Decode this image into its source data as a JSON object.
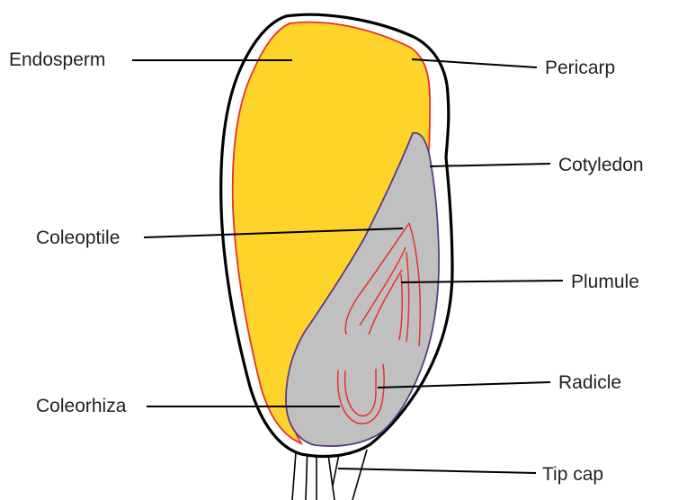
{
  "labels": {
    "endosperm": "Endosperm",
    "pericarp": "Pericarp",
    "cotyledon": "Cotyledon",
    "coleoptile": "Coleoptile",
    "plumule": "Plumule",
    "radicle": "Radicle",
    "coleorhiza": "Coleorhiza",
    "tip_cap": "Tip cap"
  },
  "colors": {
    "endosperm": "#fed32a",
    "embryo": "#c0c0c0",
    "pericarp_outline": "#000000",
    "endosperm_outline": "#e8312a",
    "embryo_outline": "#5b3a86",
    "plumule_lines": "#e8312a"
  }
}
